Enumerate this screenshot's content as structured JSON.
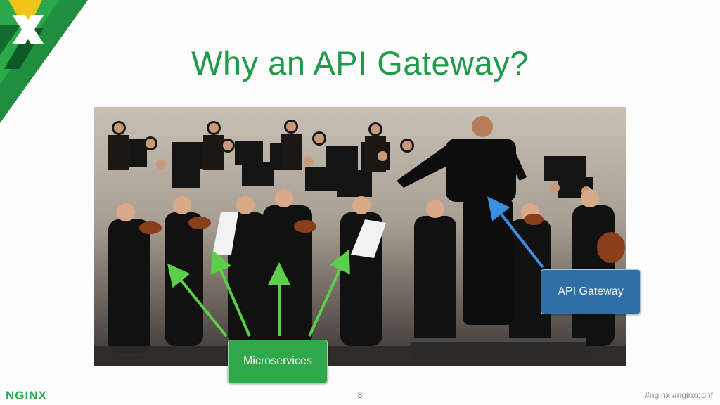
{
  "slide": {
    "title": "Why an API Gateway?",
    "page_number": "8",
    "hashtags": "#nginx #nginxconf",
    "brand": "NGINX"
  },
  "callouts": {
    "api_gateway": "API Gateway",
    "microservices": "Microservices"
  },
  "colors": {
    "title_green": "#1f9a4a",
    "microservices_green": "#2fa84a",
    "api_gateway_blue": "#2f6fa6",
    "arrow_green": "#5ccf4a",
    "arrow_blue": "#3b8fe0"
  },
  "icons": [
    "nginx-x-logo-icon"
  ]
}
